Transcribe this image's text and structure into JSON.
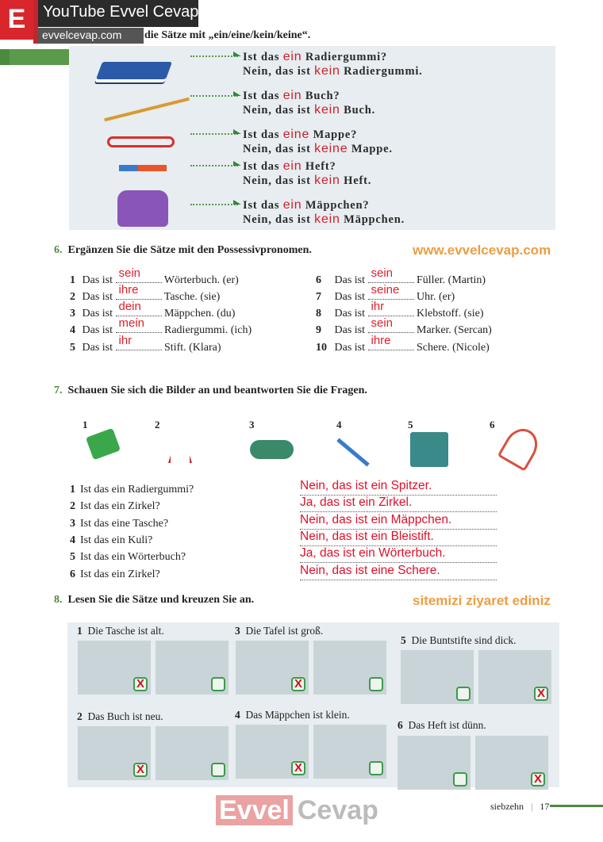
{
  "branding": {
    "logo_letter": "E",
    "channel": "YouTube Evvel Cevap",
    "site": "evvelcevap.com",
    "bottom_logo_1": "Evvel",
    "bottom_logo_2": "Cevap",
    "watermark_1": "www.evvelcevap.com",
    "watermark_2": "sitemizi ziyaret ediniz"
  },
  "ex5": {
    "heading": "die Sätze mit „ein/eine/kein/keine“.",
    "items": [
      {
        "q_pre": "Ist das ",
        "q_ans": "ein",
        "q_post": " Radiergummi?",
        "a_pre": "Nein, das ist ",
        "a_ans": "kein",
        "a_post": " Radiergummi."
      },
      {
        "q_pre": "Ist das ",
        "q_ans": "ein",
        "q_post": " Buch?",
        "a_pre": "Nein, das ist ",
        "a_ans": "kein",
        "a_post": " Buch."
      },
      {
        "q_pre": "Ist das ",
        "q_ans": "eine",
        "q_post": " Mappe?",
        "a_pre": "Nein, das ist ",
        "a_ans": "keine",
        "a_post": " Mappe."
      },
      {
        "q_pre": "Ist das ",
        "q_ans": "ein",
        "q_post": " Heft?",
        "a_pre": "Nein, das ist ",
        "a_ans": "kein",
        "a_post": " Heft."
      },
      {
        "q_pre": "Ist das ",
        "q_ans": "ein",
        "q_post": " Mäppchen?",
        "a_pre": "Nein, das ist ",
        "a_ans": "kein",
        "a_post": " Mäppchen."
      }
    ]
  },
  "ex6": {
    "num": "6.",
    "heading": "Ergänzen Sie die Sätze mit den Possessivpronomen.",
    "items": [
      {
        "n": "1",
        "pre": "Das ist",
        "ans": "sein",
        "post": "Wörterbuch. (er)"
      },
      {
        "n": "2",
        "pre": "Das ist",
        "ans": "ihre",
        "post": "Tasche. (sie)"
      },
      {
        "n": "3",
        "pre": "Das ist",
        "ans": "dein",
        "post": "Mäppchen. (du)"
      },
      {
        "n": "4",
        "pre": "Das ist",
        "ans": "mein",
        "post": "Radiergummi. (ich)"
      },
      {
        "n": "5",
        "pre": "Das ist",
        "ans": "ihr",
        "post": "Stift. (Klara)"
      },
      {
        "n": "6",
        "pre": "Das ist",
        "ans": "sein",
        "post": "Füller. (Martin)"
      },
      {
        "n": "7",
        "pre": "Das ist",
        "ans": "seine",
        "post": "Uhr. (er)"
      },
      {
        "n": "8",
        "pre": "Das ist",
        "ans": "ihr",
        "post": "Klebstoff. (sie)"
      },
      {
        "n": "9",
        "pre": "Das ist",
        "ans": "sein",
        "post": "Marker. (Sercan)"
      },
      {
        "n": "10",
        "pre": "Das ist",
        "ans": "ihre",
        "post": "Schere. (Nicole)"
      }
    ]
  },
  "ex7": {
    "num": "7.",
    "heading": "Schauen Sie sich die Bilder an und beantworten Sie die Fragen.",
    "pictures": [
      "1",
      "2",
      "3",
      "4",
      "5",
      "6"
    ],
    "questions": [
      {
        "n": "1",
        "q": "Ist das ein Radiergummi?",
        "a": "Nein, das ist ein Spitzer."
      },
      {
        "n": "2",
        "q": "Ist das ein Zirkel?",
        "a": "Ja, das ist ein Zirkel."
      },
      {
        "n": "3",
        "q": "Ist das eine Tasche?",
        "a": "Nein, das ist ein Mäppchen."
      },
      {
        "n": "4",
        "q": "Ist das ein Kuli?",
        "a": "Nein, das ist ein Bleistift."
      },
      {
        "n": "5",
        "q": "Ist das ein Wörterbuch?",
        "a": "Ja, das ist ein Wörterbuch."
      },
      {
        "n": "6",
        "q": "Ist das ein Zirkel?",
        "a": "Nein, das ist eine Schere."
      }
    ]
  },
  "ex8": {
    "num": "8.",
    "heading": "Lesen Sie die Sätze und kreuzen Sie an.",
    "items": [
      {
        "n": "1",
        "text": "Die Tasche ist alt.",
        "marks": [
          "X",
          ""
        ]
      },
      {
        "n": "2",
        "text": "Das Buch ist neu.",
        "marks": [
          "X",
          ""
        ]
      },
      {
        "n": "3",
        "text": "Die Tafel ist groß.",
        "marks": [
          "X",
          ""
        ]
      },
      {
        "n": "4",
        "text": "Das Mäppchen ist klein.",
        "marks": [
          "X",
          ""
        ]
      },
      {
        "n": "5",
        "text": "Die Buntstifte sind dick.",
        "marks": [
          "",
          "X"
        ]
      },
      {
        "n": "6",
        "text": "Das Heft ist dünn.",
        "marks": [
          "",
          "X"
        ]
      }
    ]
  },
  "footer": {
    "word": "siebzehn",
    "separator": "|",
    "page": "17"
  },
  "colors": {
    "answer_red": "#e0102a",
    "section_green": "#4c8a3d"
  }
}
